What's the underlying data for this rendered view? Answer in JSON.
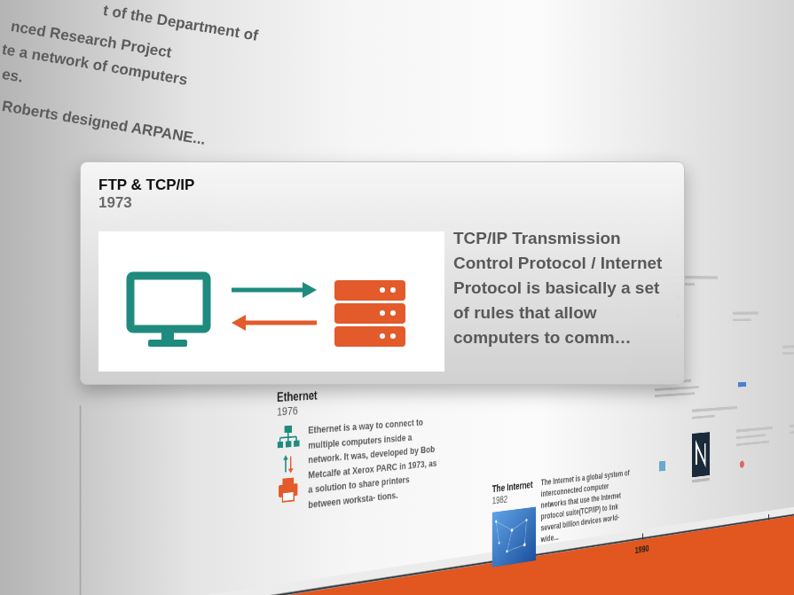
{
  "diagram": {
    "nodes": [
      {
        "text": [
          "FTP & TCP/IP",
          "1973",
          "TCP/IP Transmission Control Protocol / Internet Protocol is basically a set of rules that allow computers to comm…"
        ]
      },
      {
        "text": [
          "Ethernet",
          "1976",
          "Ethernet is a way to connect to multiple computers inside a network. It was, developed by Bob Metcalfe at Xerox PARC in 1973, as a solution to share printers between worksta- tions."
        ]
      },
      {
        "text": [
          "The Internet",
          "1982",
          "The Internet is a global system of interconnected computer networks that use the Internet protocol suite(TCP/IP) to link several billion devices world-wide..."
        ]
      }
    ],
    "labels": [
      "t of the Department of",
      "nced Research Project",
      "te a network of computers",
      "es.",
      "Roberts designed ARPANE...",
      "1990"
    ]
  }
}
